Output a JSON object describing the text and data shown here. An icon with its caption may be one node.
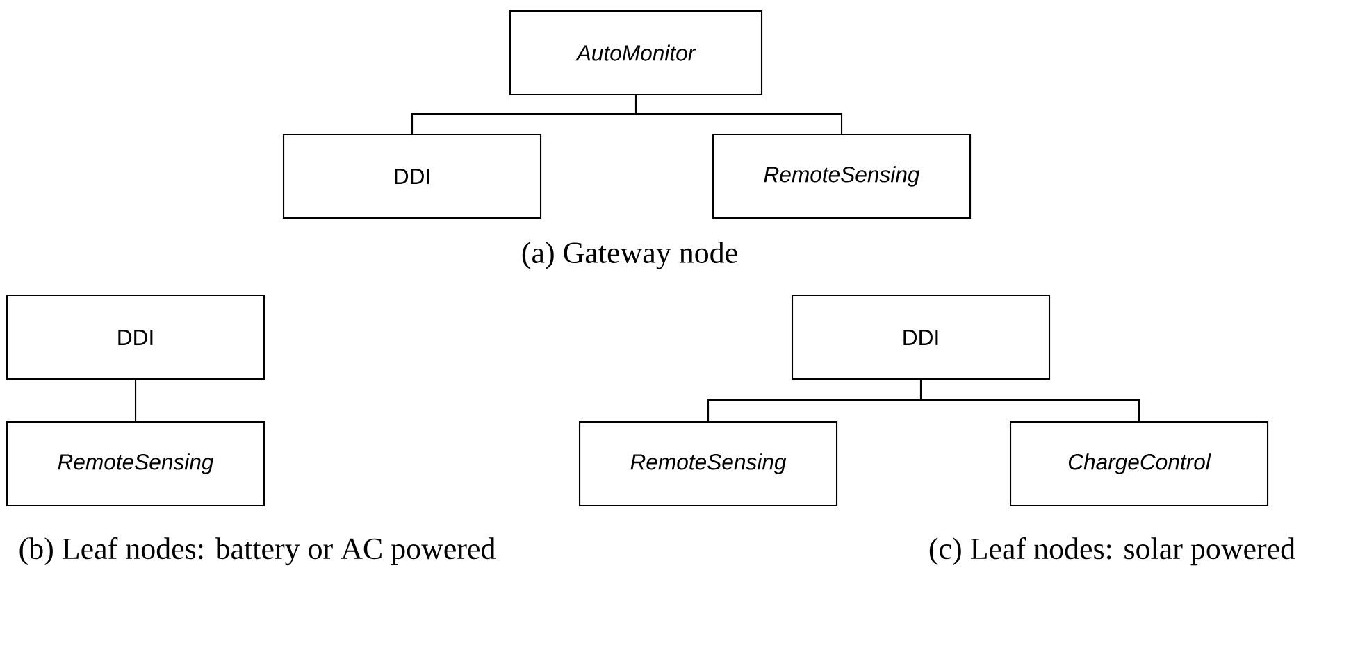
{
  "diagram": {
    "nodes": [
      {
        "text": [
          "AutoMonitor"
        ]
      },
      {
        "text": [
          "DDI"
        ]
      },
      {
        "text": [
          "RemoteSensing"
        ]
      },
      {
        "text": [
          "DDI"
        ]
      },
      {
        "text": [
          "RemoteSensing"
        ]
      },
      {
        "text": [
          "DDI"
        ]
      },
      {
        "text": [
          "RemoteSensing"
        ]
      },
      {
        "text": [
          "ChargeControl"
        ]
      }
    ],
    "edges": [
      {
        "from": 0,
        "to": 1,
        "arrow": "none"
      },
      {
        "from": 0,
        "to": 2,
        "arrow": "none"
      },
      {
        "from": 3,
        "to": 4,
        "arrow": "none"
      },
      {
        "from": 5,
        "to": 6,
        "arrow": "none"
      },
      {
        "from": 5,
        "to": 7,
        "arrow": "none"
      }
    ],
    "labels": [
      "(a) Gateway node",
      "(b) Leaf nodes: battery or AC powered",
      "(c) Leaf nodes: solar powered"
    ]
  }
}
